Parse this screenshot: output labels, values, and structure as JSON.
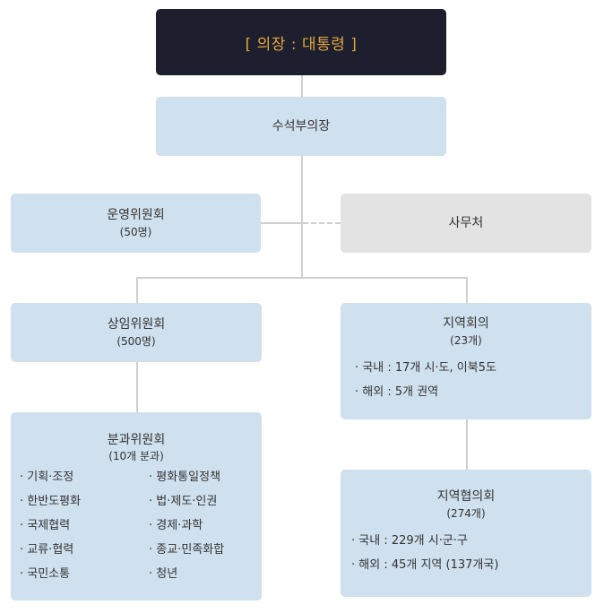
{
  "chair": {
    "label": "[ 의장 : 대통령 ]"
  },
  "senior_vice_chair": {
    "label": "수석부의장"
  },
  "steering_committee": {
    "label": "운영위원회",
    "count": "(50명)"
  },
  "secretariat": {
    "label": "사무처"
  },
  "standing_committee": {
    "label": "상임위원회",
    "count": "(500명)"
  },
  "regional_council": {
    "label": "지역회의",
    "count": "(23개)",
    "items": [
      "· 국내 : 17개 시·도, 이북5도",
      "· 해외 : 5개 권역"
    ]
  },
  "subcommittees": {
    "label": "분과위원회",
    "count": "(10개 분과)",
    "left_items": [
      "· 기획·조정",
      "· 한반도평화",
      "· 국제협력",
      "· 교류·협력",
      "· 국민소통"
    ],
    "right_items": [
      "· 평화통일정책",
      "· 법·제도·인권",
      "· 경제·과학",
      "· 종교·민족화합",
      "· 청년"
    ]
  },
  "regional_association": {
    "label": "지역협의회",
    "count": "(274개)",
    "items": [
      "· 국내 : 229개 시·군·구",
      "· 해외 : 45개 지역 (137개국)"
    ]
  },
  "colors": {
    "chair_bg": "#1d1e2e",
    "chair_text": "#e0a73c",
    "box_bg": "#cfe0ee",
    "secretariat_bg": "#e3e3e3",
    "connector": "#cfcfcf"
  }
}
